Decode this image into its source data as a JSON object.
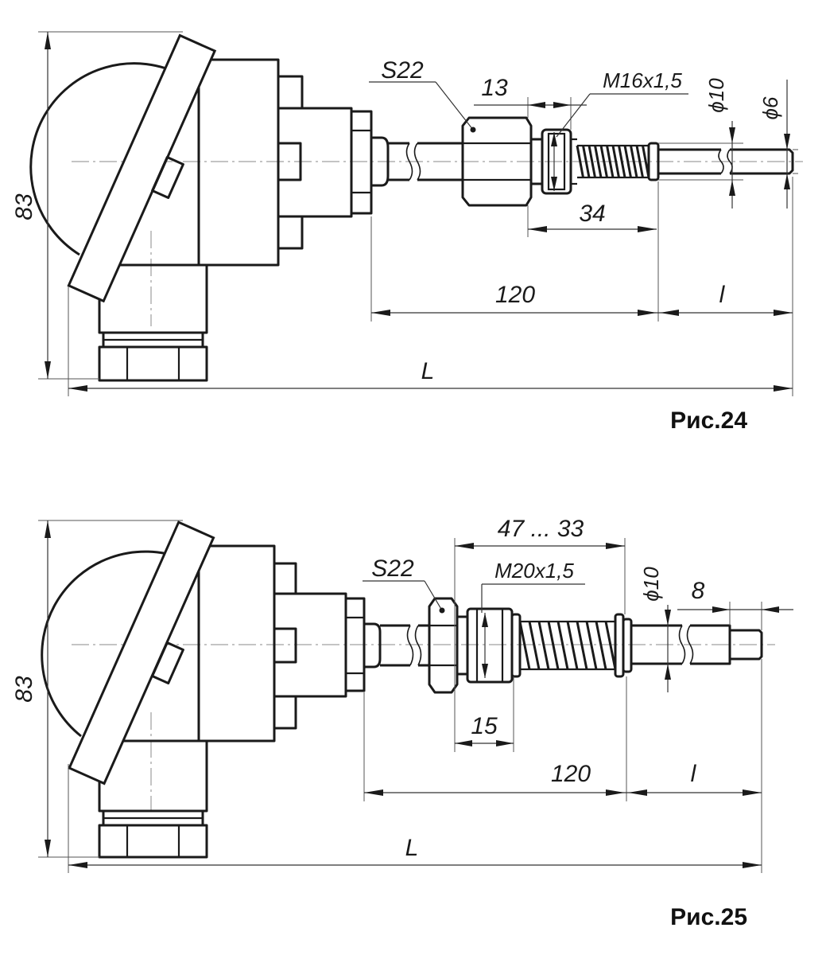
{
  "figures": [
    {
      "caption": "Рис.24",
      "dims": {
        "height": "83",
        "total_length": "L",
        "probe_length": "l",
        "length_120": "120",
        "length_34": "34",
        "width_13": "13",
        "hex": "S22",
        "thread": "M16x1,5",
        "dia_10": "ϕ10",
        "dia_6": "ϕ6"
      }
    },
    {
      "caption": "Рис.25",
      "dims": {
        "height": "83",
        "total_length": "L",
        "probe_length": "l",
        "length_120": "120",
        "length_range": "47 ... 33",
        "length_15": "15",
        "width_8": "8",
        "hex": "S22",
        "thread": "M20x1,5",
        "dia_10": "ϕ10"
      }
    }
  ]
}
